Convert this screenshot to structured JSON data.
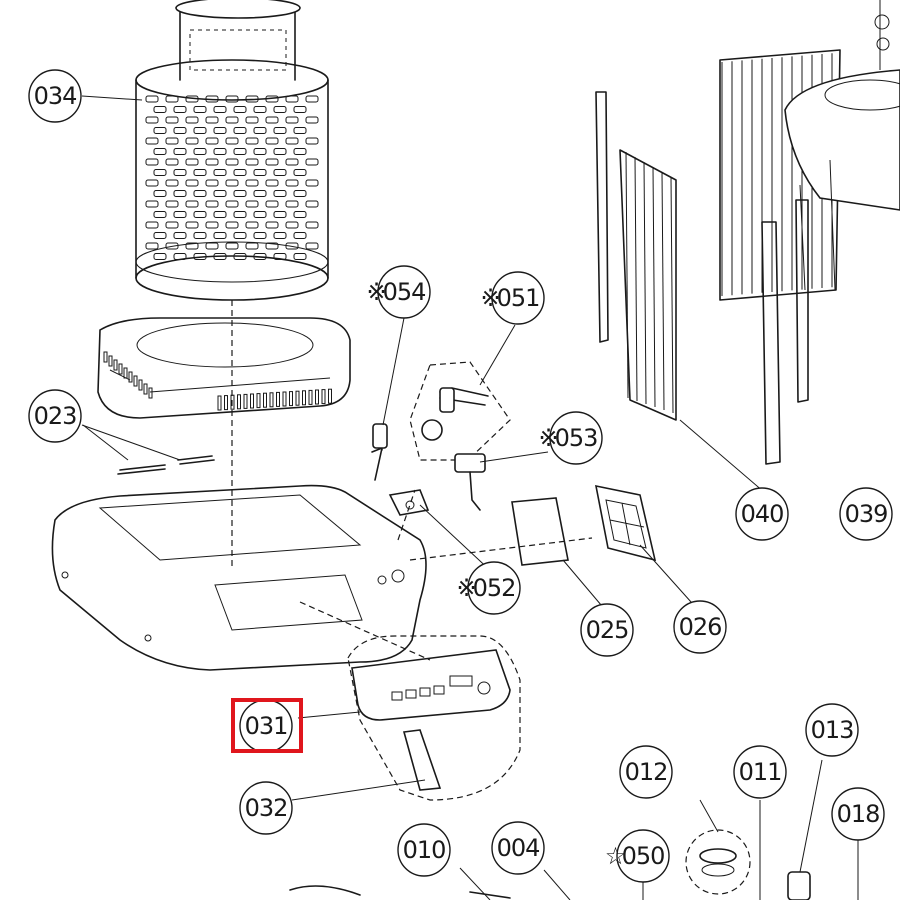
{
  "diagram": {
    "callouts": [
      {
        "id": "c034",
        "label": "034",
        "mark": ""
      },
      {
        "id": "c023",
        "label": "023",
        "mark": ""
      },
      {
        "id": "c054",
        "label": "054",
        "mark": "※"
      },
      {
        "id": "c051",
        "label": "051",
        "mark": "※"
      },
      {
        "id": "c053",
        "label": "053",
        "mark": "※"
      },
      {
        "id": "c052",
        "label": "052",
        "mark": "※"
      },
      {
        "id": "c040",
        "label": "040",
        "mark": ""
      },
      {
        "id": "c039",
        "label": "039",
        "mark": ""
      },
      {
        "id": "c025",
        "label": "025",
        "mark": ""
      },
      {
        "id": "c026",
        "label": "026",
        "mark": ""
      },
      {
        "id": "c031",
        "label": "031",
        "mark": ""
      },
      {
        "id": "c032",
        "label": "032",
        "mark": ""
      },
      {
        "id": "c013",
        "label": "013",
        "mark": ""
      },
      {
        "id": "c012",
        "label": "012",
        "mark": ""
      },
      {
        "id": "c011",
        "label": "011",
        "mark": ""
      },
      {
        "id": "c018",
        "label": "018",
        "mark": ""
      },
      {
        "id": "c010",
        "label": "010",
        "mark": ""
      },
      {
        "id": "c004",
        "label": "004",
        "mark": ""
      },
      {
        "id": "c050",
        "label": "050",
        "mark": "☆"
      }
    ],
    "highlighted_part": "031",
    "highlight_color": "#e0161d",
    "line_color": "#1a1a1a"
  }
}
